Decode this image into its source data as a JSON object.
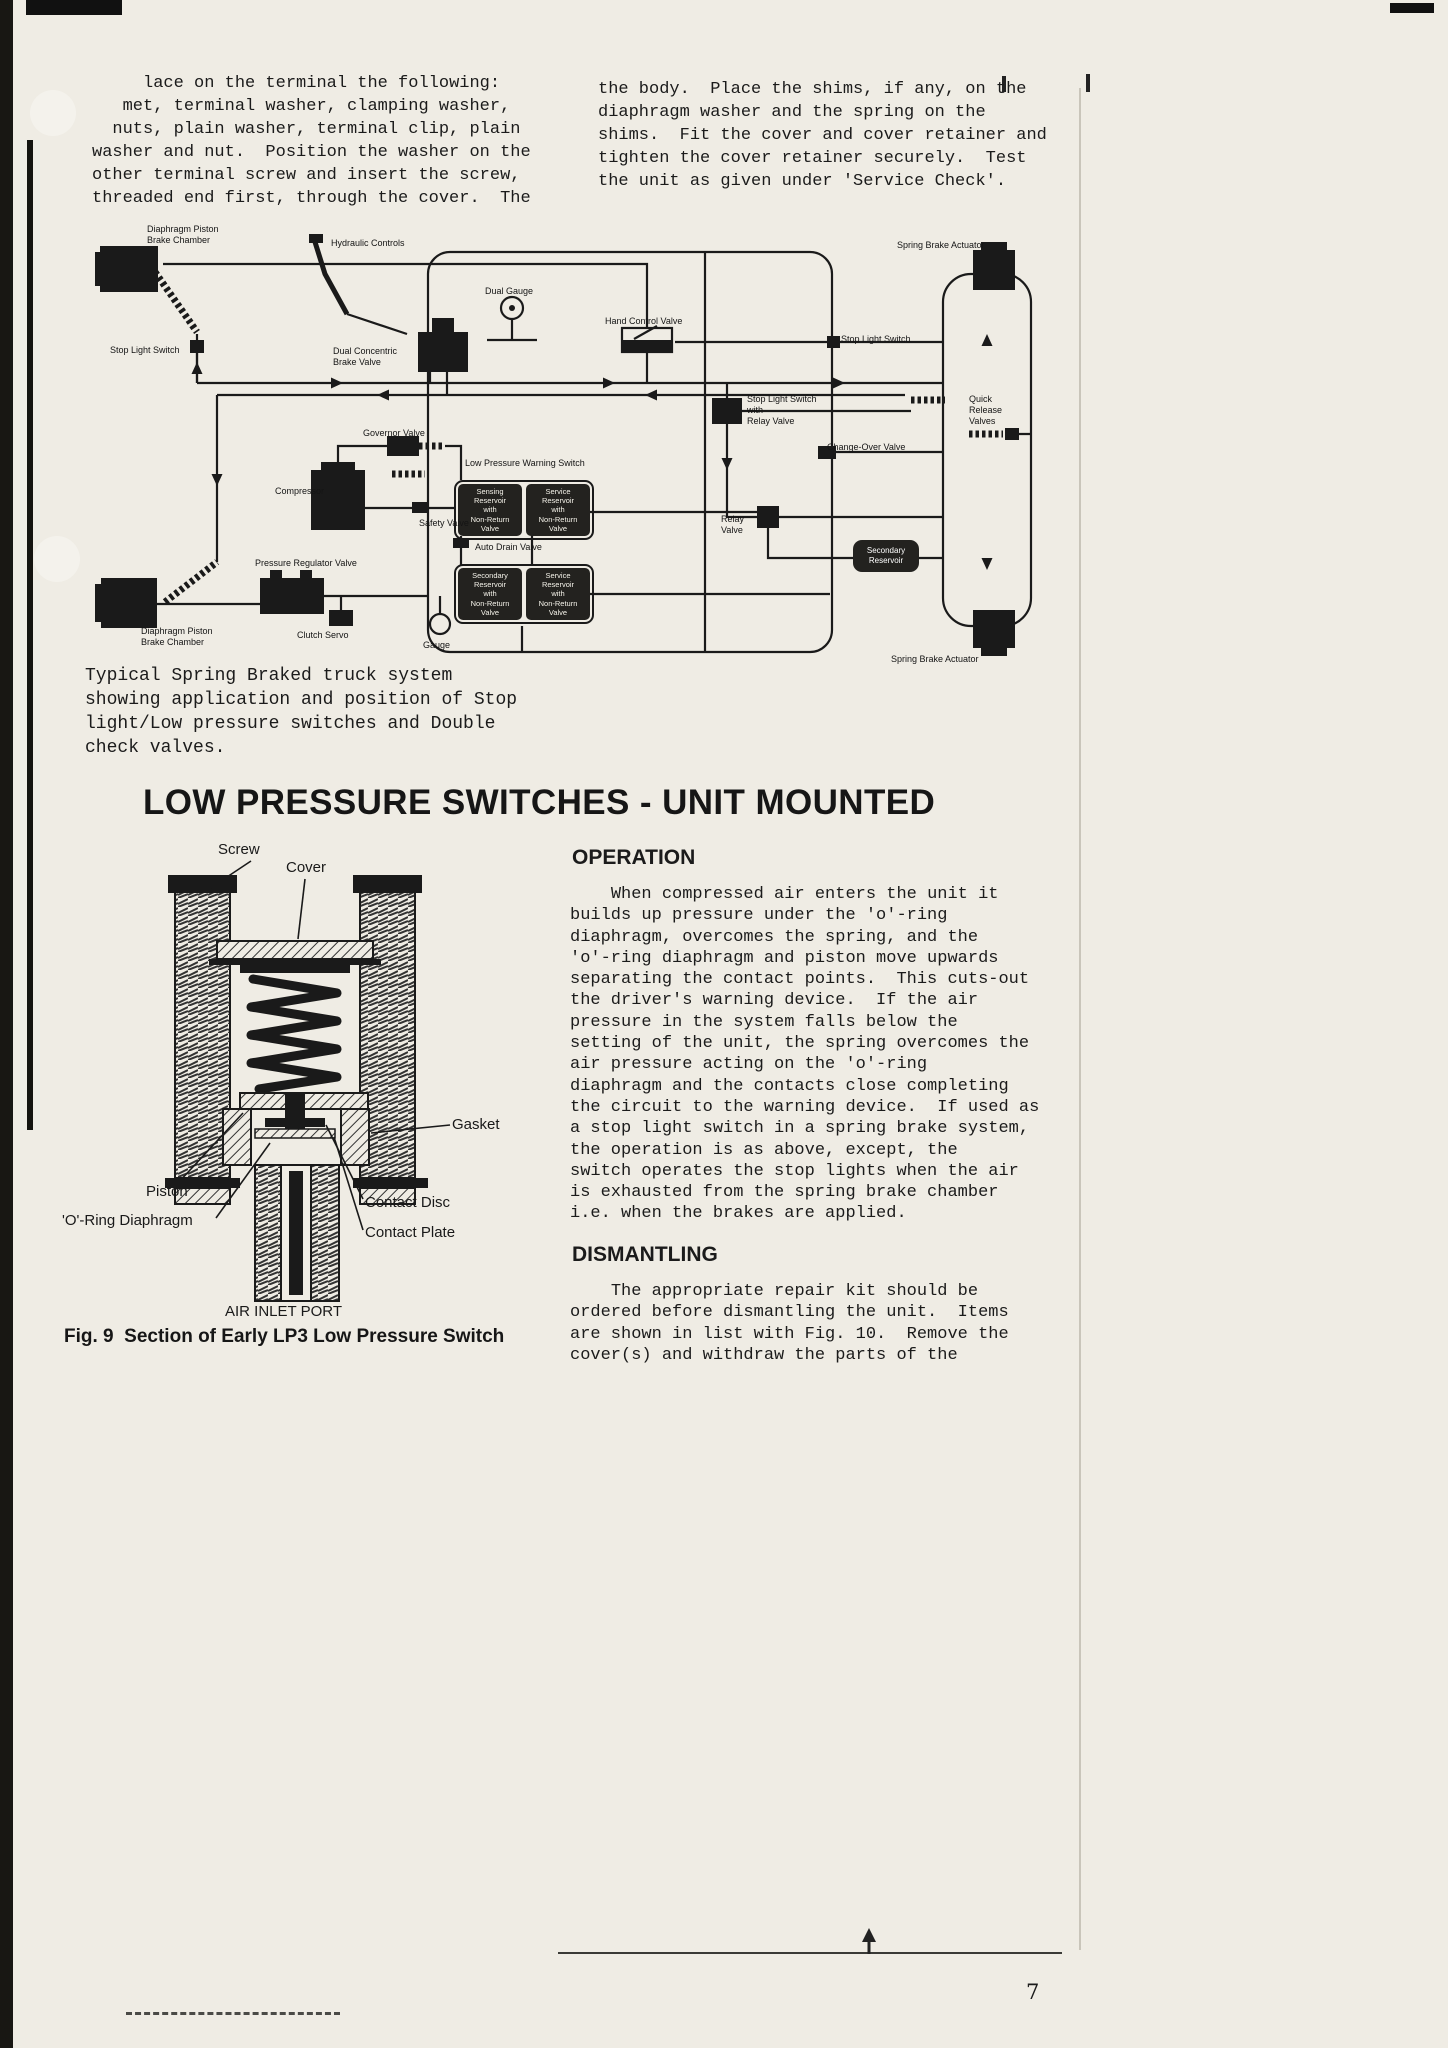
{
  "page": {
    "number": "7"
  },
  "intro": {
    "left": "     lace on the terminal the following:\n   met, terminal washer, clamping washer,\n  nuts, plain washer, terminal clip, plain\nwasher and nut.  Position the washer on the\nother terminal screw and insert the screw,\nthreaded end first, through the cover.  The",
    "right": "the body.  Place the shims, if any, on the\ndiaphragm washer and the spring on the\nshims.  Fit the cover and cover retainer and\ntighten the cover retainer securely.  Test\nthe unit as given under 'Service Check'."
  },
  "diagram": {
    "caption": "Typical Spring Braked truck system\nshowing application and position of Stop\nlight/Low pressure switches and Double\ncheck valves.",
    "labels": {
      "diaphragm_piston_top": "Diaphragm Piston\nBrake Chamber",
      "hydraulic_controls": "Hydraulic Controls",
      "dual_gauge": "Dual Gauge",
      "hand_control_valve": "Hand Control Valve",
      "spring_brake_actuator_top": "Spring Brake Actuator",
      "stop_light_switch_left": "Stop Light Switch",
      "dual_concentric_brake_valve": "Dual Concentric\nBrake Valve",
      "stop_light_switch_right": "Stop Light Switch",
      "stop_light_switch_relay": "Stop Light Switch\nwith\nRelay Valve",
      "quick_release_valves": "Quick\nRelease\nValves",
      "governor_valve": "Governor Valve",
      "change_over_valve": "Change-Over Valve",
      "low_pressure_warning_switch": "Low Pressure Warning Switch",
      "compressor": "Compressor",
      "safety_valve": "Safety Valve",
      "auto_drain_valve": "Auto Drain Valve",
      "relay_valve": "Relay\nValve",
      "pressure_regulator_valve": "Pressure Regulator Valve",
      "clutch_servo": "Clutch Servo",
      "gauge": "Gauge",
      "diaphragm_piston_bottom": "Diaphragm Piston\nBrake Chamber",
      "spring_brake_actuator_bottom": "Spring Brake Actuator",
      "sensing_reservoir": "Sensing\nReservoir\nwith\nNon-Return\nValve",
      "service_reservoir_1": "Service\nReservoir\nwith\nNon-Return\nValve",
      "secondary_reservoir_box": "Secondary\nReservoir\nwith\nNon-Return\nValve",
      "service_reservoir_2": "Service\nReservoir\nwith\nNon-Return\nValve",
      "secondary_reservoir": "Secondary\nReservoir"
    }
  },
  "heading": "LOW PRESSURE SWITCHES - UNIT MOUNTED",
  "figure9": {
    "labels": {
      "screw": "Screw",
      "cover": "Cover",
      "gasket": "Gasket",
      "piston": "Piston",
      "contact_disc": "Contact Disc",
      "o_ring_diaphragm": "'O'-Ring Diaphragm",
      "contact_plate": "Contact Plate",
      "air_inlet_port": "AIR INLET PORT"
    },
    "caption": "Fig. 9  Section of Early LP3 Low Pressure Switch"
  },
  "operation": {
    "heading": "OPERATION",
    "body": "    When compressed air enters the unit it\nbuilds up pressure under the 'o'-ring\ndiaphragm, overcomes the spring, and the\n'o'-ring diaphragm and piston move upwards\nseparating the contact points.  This cuts-out\nthe driver's warning device.  If the air\npressure in the system falls below the\nsetting of the unit, the spring overcomes the\nair pressure acting on the 'o'-ring\ndiaphragm and the contacts close completing\nthe circuit to the warning device.  If used as\na stop light switch in a spring brake system,\nthe operation is as above, except, the\nswitch operates the stop lights when the air\nis exhausted from the spring brake chamber\ni.e. when the brakes are applied."
  },
  "dismantling": {
    "heading": "DISMANTLING",
    "body": "    The appropriate repair kit should be\nordered before dismantling the unit.  Items\nare shown in list with Fig. 10.  Remove the\ncover(s) and withdraw the parts of the"
  }
}
